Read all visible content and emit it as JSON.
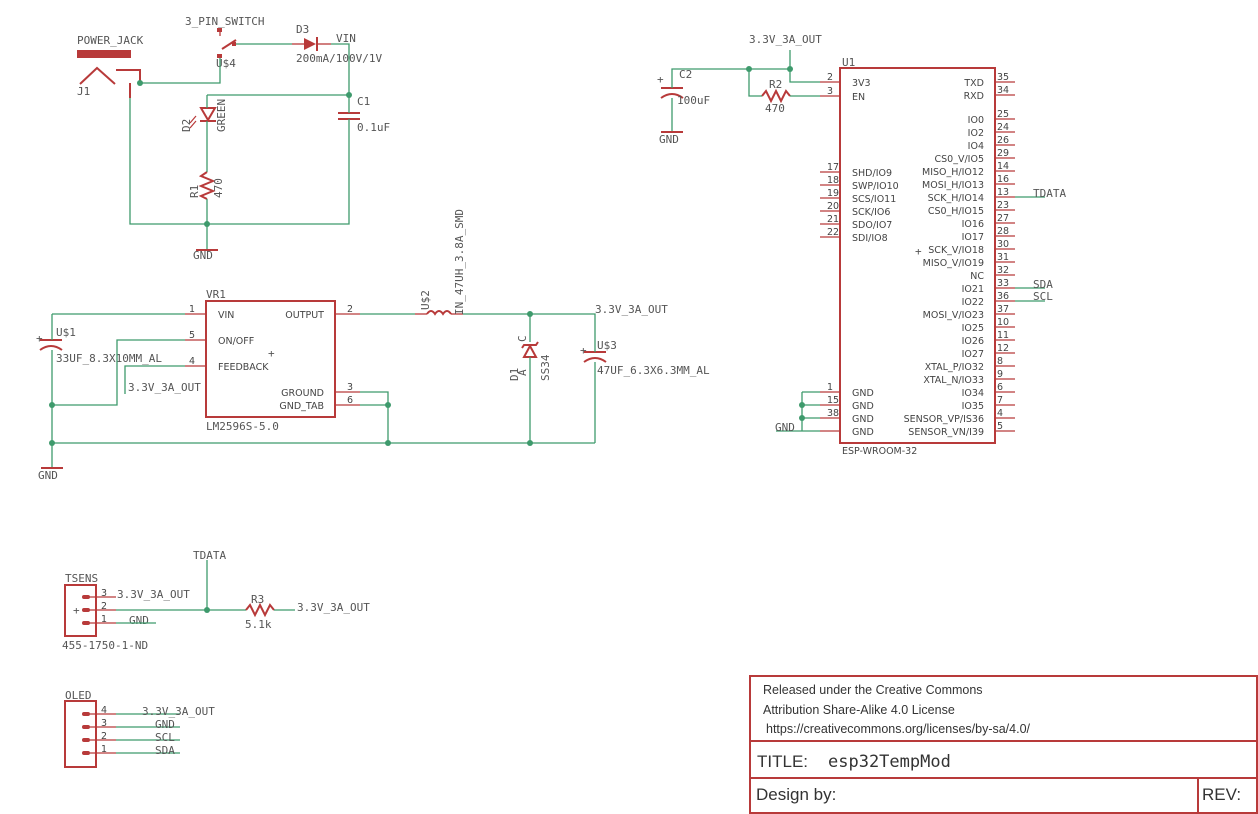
{
  "power": {
    "jack_label": "POWER_JACK",
    "jack_ref": "J1",
    "switch_label": "3_PIN_SWITCH",
    "switch_ref": "U$4",
    "diode_ref": "D3",
    "diode_value": "200mA/100V/1V",
    "vin_net": "VIN",
    "cap_ref": "C1",
    "cap_value": "0.1uF",
    "led_ref": "D2",
    "led_value": "GREEN",
    "res_ref": "R1",
    "res_value": "470",
    "gnd": "GND"
  },
  "regulator": {
    "ref": "VR1",
    "part": "LM2596S-5.0",
    "pins": {
      "vin": "VIN",
      "onoff": "ON/OFF",
      "feedback": "FEEDBACK",
      "output": "OUTPUT",
      "ground": "GROUND",
      "gnd_tab": "GND_TAB",
      "n1": "1",
      "n5": "5",
      "n4": "4",
      "n2": "2",
      "n3": "3",
      "n6": "6"
    },
    "in_cap_ref": "U$1",
    "in_cap_value": "33UF_8.3X10MM_AL",
    "fb_net": "3.3V_3A_OUT",
    "inductor_ref": "U$2",
    "inductor_value": "IN_47UH_3.8A_SMD",
    "out_net": "3.3V_3A_OUT",
    "schottky_ref": "D1",
    "schottky_value": "SS34",
    "schottky_c": "C",
    "schottky_a": "A",
    "out_cap_ref": "U$3",
    "out_cap_value": "47UF_6.3X6.3MM_AL",
    "gnd": "GND"
  },
  "esp": {
    "ref": "U1",
    "part": "ESP-WROOM-32",
    "supply_net": "3.3V_3A_OUT",
    "cap_ref": "C2",
    "cap_value": "100uF",
    "res_ref": "R2",
    "res_value": "470",
    "gnd": "GND",
    "left_pins": [
      {
        "name": "3V3",
        "num": "2"
      },
      {
        "name": "EN",
        "num": "3"
      },
      {
        "name": "SHD/IO9",
        "num": "17"
      },
      {
        "name": "SWP/IO10",
        "num": "18"
      },
      {
        "name": "SCS/IO11",
        "num": "19"
      },
      {
        "name": "SCK/IO6",
        "num": "20"
      },
      {
        "name": "SDO/IO7",
        "num": "21"
      },
      {
        "name": "SDI/IO8",
        "num": "22"
      },
      {
        "name": "GND",
        "num": "1"
      },
      {
        "name": "GND",
        "num": "15"
      },
      {
        "name": "GND",
        "num": "38"
      },
      {
        "name": "GND",
        "num": ""
      }
    ],
    "right_pins": [
      {
        "name": "TXD",
        "num": "35"
      },
      {
        "name": "RXD",
        "num": "34"
      },
      {
        "name": "IO0",
        "num": "25"
      },
      {
        "name": "IO2",
        "num": "24"
      },
      {
        "name": "IO4",
        "num": "26"
      },
      {
        "name": "CS0_V/IO5",
        "num": "29"
      },
      {
        "name": "MISO_H/IO12",
        "num": "14"
      },
      {
        "name": "MOSI_H/IO13",
        "num": "16"
      },
      {
        "name": "SCK_H/IO14",
        "num": "13"
      },
      {
        "name": "CS0_H/IO15",
        "num": "23"
      },
      {
        "name": "IO16",
        "num": "27"
      },
      {
        "name": "IO17",
        "num": "28"
      },
      {
        "name": "SCK_V/IO18",
        "num": "30"
      },
      {
        "name": "MISO_V/IO19",
        "num": "31"
      },
      {
        "name": "NC",
        "num": "32"
      },
      {
        "name": "IO21",
        "num": "33"
      },
      {
        "name": "IO22",
        "num": "36"
      },
      {
        "name": "MOSI_V/IO23",
        "num": "37"
      },
      {
        "name": "IO25",
        "num": "10"
      },
      {
        "name": "IO26",
        "num": "11"
      },
      {
        "name": "IO27",
        "num": "12"
      },
      {
        "name": "XTAL_P/IO32",
        "num": "8"
      },
      {
        "name": "XTAL_N/IO33",
        "num": "9"
      },
      {
        "name": "IO34",
        "num": "6"
      },
      {
        "name": "IO35",
        "num": "7"
      },
      {
        "name": "SENSOR_VP/IS36",
        "num": "4"
      },
      {
        "name": "SENSOR_VN/I39",
        "num": "5"
      }
    ],
    "tdata_net": "TDATA",
    "sda_net": "SDA",
    "scl_net": "SCL"
  },
  "tsens": {
    "ref": "TSENS",
    "part": "455-1750-1-ND",
    "tdata_net": "TDATA",
    "pin3": "3",
    "pin2": "2",
    "pin1": "1",
    "net3": "3.3V_3A_OUT",
    "net1": "GND",
    "res_ref": "R3",
    "res_value": "5.1k",
    "res_net": "3.3V_3A_OUT"
  },
  "oled": {
    "ref": "OLED",
    "pins": [
      {
        "num": "4",
        "net": "3.3V_3A_OUT"
      },
      {
        "num": "3",
        "net": "GND"
      },
      {
        "num": "2",
        "net": "SCL"
      },
      {
        "num": "1",
        "net": "SDA"
      }
    ]
  },
  "titleblock": {
    "license_line1": "Released under the Creative Commons",
    "license_line2": "Attribution Share-Alike 4.0 License",
    "license_line3": "https://creativecommons.org/licenses/by-sa/4.0/",
    "title_label": "TITLE:",
    "title_value": "esp32TempMod",
    "design_label": "Design by:",
    "rev_label": "REV:"
  },
  "colors": {
    "symbol": "#b83a3a",
    "wire": "#3e9a6c",
    "text": "#555555"
  }
}
